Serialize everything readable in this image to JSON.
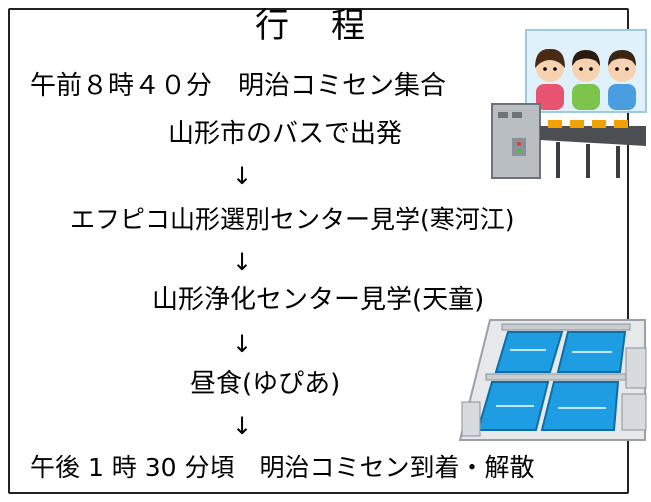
{
  "title_left": "行",
  "title_right": "程",
  "schedule": {
    "start": "午前８時４０分　明治コミセン集合",
    "depart": "山形市のバスで出発",
    "arrow1": "↓",
    "visit1": "エフピコ山形選別センター見学(寒河江)",
    "arrow2": "↓",
    "visit2": "山形浄化センター見学(天童)",
    "arrow3": "↓",
    "lunch": "昼食(ゆぴあ)",
    "arrow4": "↓",
    "end": "午後 1 時 30 分頃　明治コミセン到着・解散"
  },
  "icons": {
    "factory": "recycling-plant-illustration",
    "water": "sewage-treatment-illustration"
  }
}
